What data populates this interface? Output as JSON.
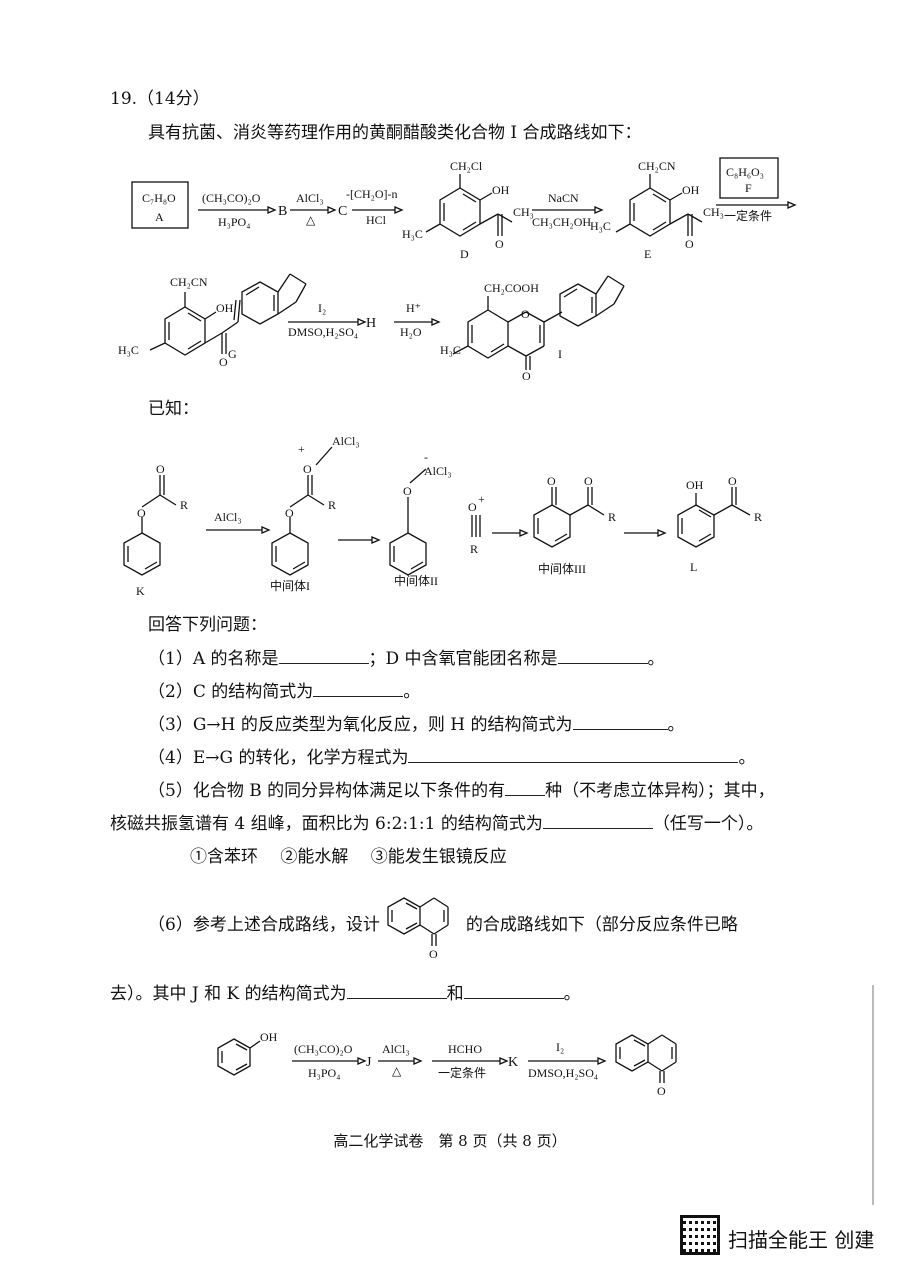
{
  "question": {
    "number": "19.（14分）",
    "intro": "具有抗菌、消炎等药理作用的黄酮醋酸类化合物 I 合成路线如下：",
    "known_label": "已知：",
    "answer_label": "回答下列问题：",
    "q1a": "（1）A 的名称是",
    "q1b": "；D 中含氧官能团名称是",
    "q1c": "。",
    "q2a": "（2）C 的结构简式为",
    "q2b": "。",
    "q3a": "（3）G→H 的反应类型为氧化反应，则 H 的结构简式为",
    "q3b": "。",
    "q4a": "（4）E→G 的转化，化学方程式为",
    "q4b": "。",
    "q5a": "（5）化合物 B 的同分异构体满足以下条件的有",
    "q5b": "种（不考虑立体异构）；其中，",
    "q5c": "核磁共振氢谱有 4 组峰，面积比为 6:2:1:1 的结构简式为",
    "q5d": "（任写一个）。",
    "q5_conditions": "①含苯环　 ②能水解　 ③能发生银镜反应",
    "q6a": "（6）参考上述合成路线，设计",
    "q6b": "的合成路线如下（部分反应条件已略",
    "q6c": "去）。其中 J 和 K 的结构简式为",
    "q6d": "和",
    "q6e": "。"
  },
  "scheme1": {
    "A_formula": "C₇H₈O",
    "A_label": "A",
    "r1_top": "(CH₃CO)₂O",
    "r1_bottom": "H₃PO₄",
    "B": "B",
    "r2_top": "AlCl₃",
    "r2_bottom": "△",
    "C": "C",
    "r3_top": "-[CH₂O]-n",
    "r3_bottom": "HCl",
    "D_label": "D",
    "D_ch2cl": "CH₂Cl",
    "D_oh": "OH",
    "D_h3c": "H₃C",
    "D_ch3": "CH₃",
    "D_o": "O",
    "r4_top": "NaCN",
    "r4_bottom": "CH₃CH₂OH",
    "E_label": "E",
    "E_ch2cn": "CH₂CN",
    "E_oh": "OH",
    "E_h3c": "H₃C",
    "E_ch3": "CH₃",
    "E_o": "O",
    "F_formula": "C₈H₆O₃",
    "F_label": "F",
    "r5_bottom": "一定条件",
    "G_label": "G",
    "G_ch2cn": "CH₂CN",
    "G_oh": "OH",
    "G_h3c": "H₃C",
    "G_o": "O",
    "r6_top": "I₂",
    "r6_bottom": "DMSO,H₂SO₄",
    "H": "H",
    "r7_top": "H⁺",
    "r7_bottom": "H₂O",
    "I_label": "I",
    "I_ch2cooh": "CH₂COOH",
    "I_h3c": "H₃C",
    "I_o": "O",
    "I_o_ring": "O"
  },
  "known": {
    "K_label": "K",
    "K_o": "O",
    "K_r": "R",
    "r1": "AlCl₃",
    "int1_label": "中间体I",
    "int1_alcl3": "AlCl₃",
    "int1_plus": "+",
    "int2_label": "中间体II",
    "int2_alcl3": "AlCl₃",
    "int2_minus": "-",
    "acylium_r": "R",
    "acylium_plus": "+",
    "int3_label": "中间体III",
    "int3_r": "R",
    "L_label": "L",
    "L_oh": "OH",
    "L_r": "R"
  },
  "scheme2": {
    "phenol_oh": "OH",
    "r1_top": "(CH₃CO)₂O",
    "r1_bottom": "H₃PO₄",
    "J": "J",
    "r2_top": "AlCl₃",
    "r2_bottom": "△",
    "r3_top": "HCHO",
    "r3_bottom": "一定条件",
    "K": "K",
    "r4_top": "I₂",
    "r4_bottom": "DMSO,H₂SO₄",
    "product_o": "O"
  },
  "footer": "高二化学试卷　第 8 页（共 8 页）",
  "brand": "扫描全能王 创建"
}
